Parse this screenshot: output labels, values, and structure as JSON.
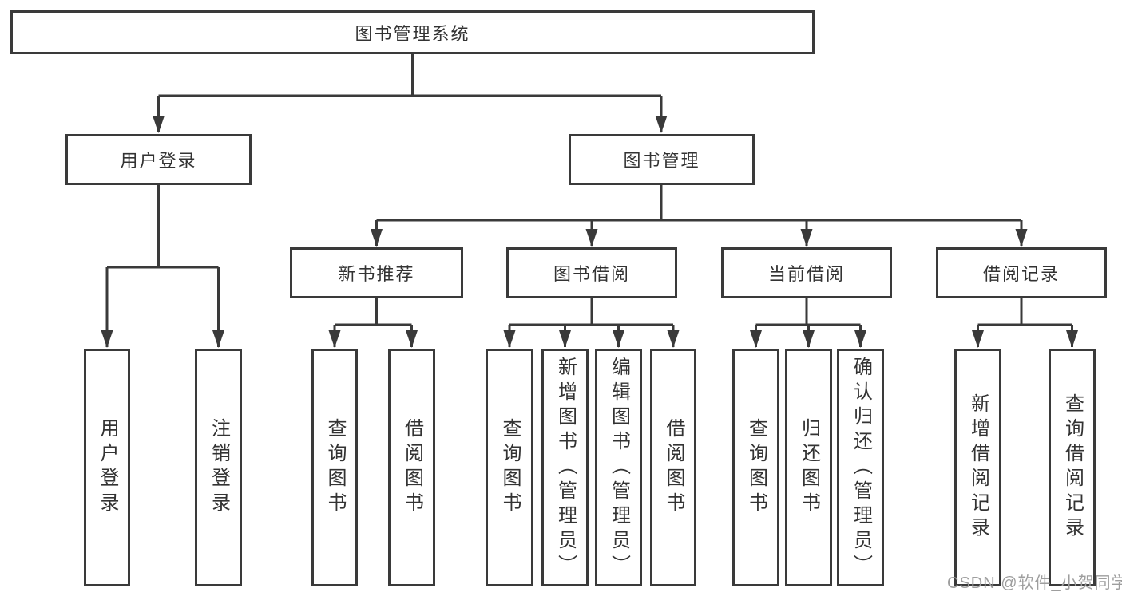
{
  "diagram": {
    "title": "图书管理系统",
    "type": "hierarchy-tree",
    "nodes": {
      "root": {
        "label": "图书管理系统"
      },
      "level2": [
        {
          "label": "用户登录",
          "parent": "图书管理系统"
        },
        {
          "label": "图书管理",
          "parent": "图书管理系统"
        }
      ],
      "level3": [
        {
          "label": "新书推荐",
          "parent": "图书管理"
        },
        {
          "label": "图书借阅",
          "parent": "图书管理"
        },
        {
          "label": "当前借阅",
          "parent": "图书管理"
        },
        {
          "label": "借阅记录",
          "parent": "图书管理"
        }
      ],
      "leaves": [
        {
          "label": "用户登录",
          "parent": "用户登录"
        },
        {
          "label": "注销登录",
          "parent": "用户登录"
        },
        {
          "label": "查询图书",
          "parent": "新书推荐"
        },
        {
          "label": "借阅图书",
          "parent": "新书推荐"
        },
        {
          "label": "查询图书",
          "parent": "图书借阅"
        },
        {
          "label": "新增图书（管理员）",
          "parent": "图书借阅"
        },
        {
          "label": "编辑图书（管理员）",
          "parent": "图书借阅"
        },
        {
          "label": "借阅图书",
          "parent": "图书借阅"
        },
        {
          "label": "查询图书",
          "parent": "当前借阅"
        },
        {
          "label": "归还图书",
          "parent": "当前借阅"
        },
        {
          "label": "确认归还（管理员）",
          "parent": "当前借阅"
        },
        {
          "label": "新增借阅记录",
          "parent": "借阅记录"
        },
        {
          "label": "查询借阅记录",
          "parent": "借阅记录"
        }
      ]
    }
  },
  "watermark": {
    "text": "CSDN @软件_小贺同学"
  },
  "colors": {
    "line": "#3a3a3a",
    "box_border": "#3a3a3a",
    "text": "#333333",
    "background": "#ffffff",
    "watermark": "#9e9e9e"
  }
}
